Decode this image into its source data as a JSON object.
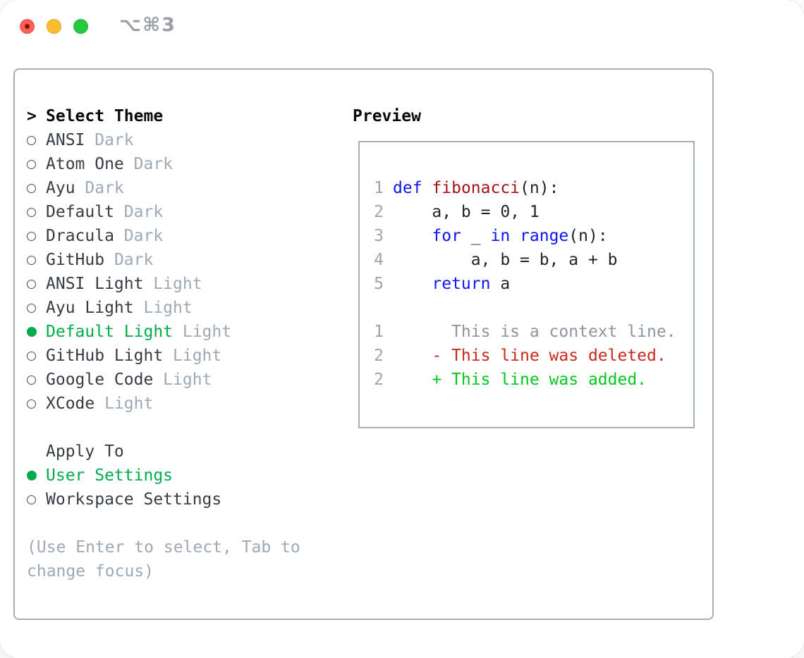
{
  "window": {
    "title": "⌥⌘3",
    "traffic_lights": [
      {
        "name": "close",
        "color": "#ff5f57",
        "dot_color": "#7d1209"
      },
      {
        "name": "minimize",
        "color": "#febc2e"
      },
      {
        "name": "zoom",
        "color": "#27c93f"
      }
    ]
  },
  "panel": {
    "select_theme": {
      "cursor": ">",
      "header": "Select Theme",
      "items": [
        {
          "name": "ANSI",
          "variant": "Dark",
          "selected": false
        },
        {
          "name": "Atom One",
          "variant": "Dark",
          "selected": false
        },
        {
          "name": "Ayu",
          "variant": "Dark",
          "selected": false
        },
        {
          "name": "Default",
          "variant": "Dark",
          "selected": false
        },
        {
          "name": "Dracula",
          "variant": "Dark",
          "selected": false
        },
        {
          "name": "GitHub",
          "variant": "Dark",
          "selected": false
        },
        {
          "name": "ANSI Light",
          "variant": "Light",
          "selected": false
        },
        {
          "name": "Ayu Light",
          "variant": "Light",
          "selected": false
        },
        {
          "name": "Default Light",
          "variant": "Light",
          "selected": true
        },
        {
          "name": "GitHub Light",
          "variant": "Light",
          "selected": false
        },
        {
          "name": "Google Code",
          "variant": "Light",
          "selected": false
        },
        {
          "name": "XCode",
          "variant": "Light",
          "selected": false
        }
      ]
    },
    "apply_to": {
      "header": "Apply To",
      "options": [
        {
          "label": "User Settings",
          "selected": true
        },
        {
          "label": "Workspace Settings",
          "selected": false
        }
      ]
    },
    "hint": "(Use Enter to select, Tab to change focus)"
  },
  "preview": {
    "header": "Preview",
    "lines": [
      {
        "num": "1",
        "segments": [
          {
            "t": "def",
            "c": "kw"
          },
          {
            "t": " ",
            "c": "pl"
          },
          {
            "t": "fibonacci",
            "c": "fn"
          },
          {
            "t": "(n):",
            "c": "pl"
          }
        ]
      },
      {
        "num": "2",
        "segments": [
          {
            "t": "    a, b = 0, 1",
            "c": "pl"
          }
        ]
      },
      {
        "num": "3",
        "segments": [
          {
            "t": "    ",
            "c": "pl"
          },
          {
            "t": "for",
            "c": "kw"
          },
          {
            "t": " _ ",
            "c": "pl"
          },
          {
            "t": "in",
            "c": "kw"
          },
          {
            "t": " ",
            "c": "pl"
          },
          {
            "t": "range",
            "c": "kw"
          },
          {
            "t": "(n):",
            "c": "pl"
          }
        ]
      },
      {
        "num": "4",
        "segments": [
          {
            "t": "        a, b = b, a + b",
            "c": "pl"
          }
        ]
      },
      {
        "num": "5",
        "segments": [
          {
            "t": "    ",
            "c": "pl"
          },
          {
            "t": "return",
            "c": "kw"
          },
          {
            "t": " a",
            "c": "pl"
          }
        ]
      },
      {
        "num": "",
        "segments": []
      },
      {
        "num": "1",
        "segments": [
          {
            "t": "      This is a context line.",
            "c": "ctx"
          }
        ]
      },
      {
        "num": "2",
        "segments": [
          {
            "t": "    - This line was deleted.",
            "c": "del"
          }
        ]
      },
      {
        "num": "2",
        "segments": [
          {
            "t": "    + This line was added.",
            "c": "add"
          }
        ]
      }
    ]
  },
  "colors": {
    "accent_green": "#00ab4c",
    "added_green": "#00c71f",
    "deleted_red": "#c9281c",
    "keyword_blue": "#0b16f0",
    "function_red": "#a31515",
    "context_gray": "#8d959e",
    "muted_gray": "#9fa9b5",
    "line_number_gray": "#9aa5b2",
    "border_gray": "#a7aeb8",
    "text_dark": "#363c44"
  }
}
